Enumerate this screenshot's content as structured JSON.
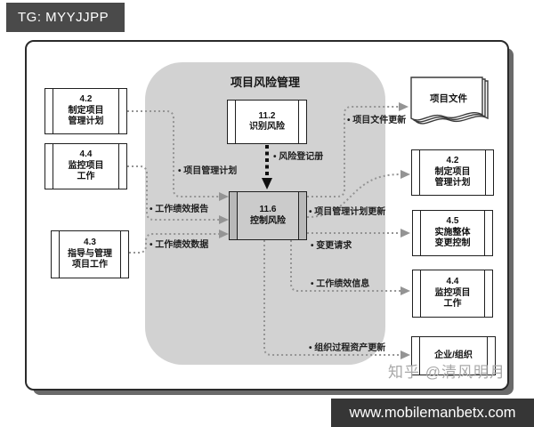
{
  "overlays": {
    "tg_badge": "TG: MYYJJPP",
    "zhihu_watermark": "知乎 @清风明月",
    "site_bar": "www.mobilemanbetx.com"
  },
  "diagram": {
    "title": "项目风险管理",
    "process_group_boxes": {
      "identify_risks": {
        "number": "11.2",
        "name": "识别风险"
      },
      "control_risks": {
        "number": "11.6",
        "name": "控制风险"
      }
    },
    "left_boxes": [
      {
        "number": "4.2",
        "line1": "制定项目",
        "line2": "管理计划"
      },
      {
        "number": "4.4",
        "line1": "监控项目",
        "line2": "工作"
      },
      {
        "number": "4.3",
        "line1": "指导与管理",
        "line2": "项目工作"
      }
    ],
    "right_boxes": [
      {
        "number": "4.2",
        "line1": "制定项目",
        "line2": "管理计划"
      },
      {
        "number": "4.5",
        "line1": "实施整体",
        "line2": "变更控制"
      },
      {
        "number": "4.4",
        "line1": "监控项目",
        "line2": "工作"
      }
    ],
    "document_box": {
      "name": "项目文件"
    },
    "entity_box": {
      "name": "企业/组织"
    },
    "flow_labels": {
      "pm_plan": "• 项目管理计划",
      "work_perf_reports": "• 工作绩效报告",
      "work_perf_data": "• 工作绩效数据",
      "risk_register": "• 风险登记册",
      "project_docs_updates": "• 项目文件更新",
      "pm_plan_updates": "• 项目管理计划更新",
      "change_requests": "• 变更请求",
      "work_perf_info": "• 工作绩效信息",
      "opa_updates": "• 组织过程资产更新"
    },
    "colors": {
      "group_bg": "#d2d2d2",
      "control_box_bg": "#cbcbcb",
      "connector": "#949494",
      "tg_bar_bg": "#4a4a4a",
      "site_bar_bg": "#363636"
    }
  }
}
